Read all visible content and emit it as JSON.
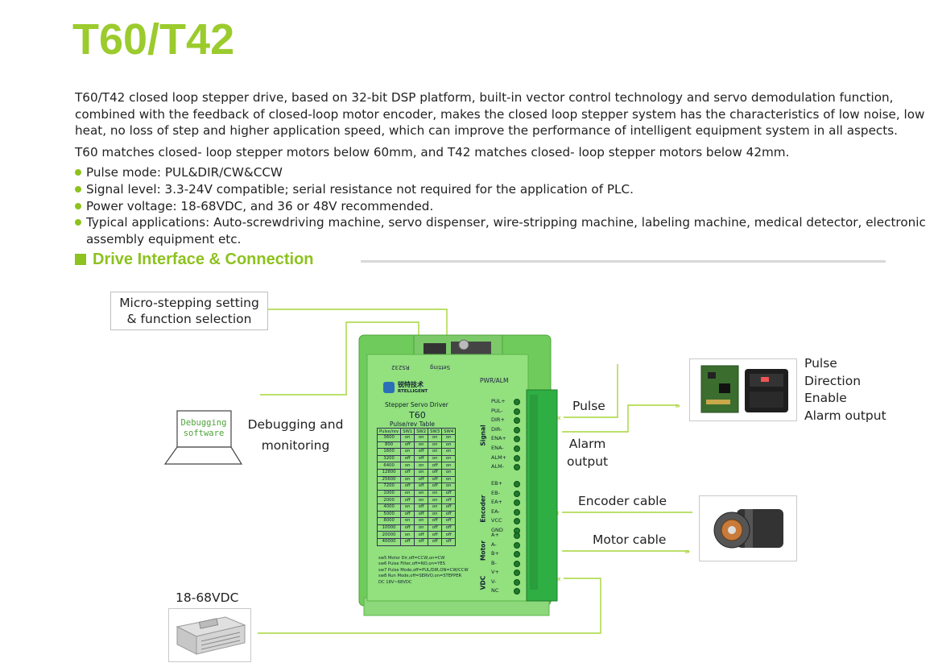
{
  "title": "T60/T42",
  "intro": {
    "p1": "T60/T42 closed loop stepper drive, based on 32-bit DSP platform, built-in vector control technology and servo demodulation function, combined with the feedback of closed-loop motor encoder, makes the closed loop stepper system has the characteristics of low noise, low heat, no loss of step and higher application speed, which can improve the performance of intelligent equipment system in all aspects.",
    "p2": "T60 matches closed- loop stepper motors below 60mm, and T42 matches closed- loop stepper motors below 42mm."
  },
  "bullets": [
    "Pulse mode: PUL&DIR/CW&CCW",
    "Signal level: 3.3-24V compatible; serial resistance not required for the application of PLC.",
    "Power voltage: 18-68VDC, and 36 or 48V recommended.",
    "Typical applications: Auto-screwdriving machine, servo dispenser, wire-stripping machine, labeling machine, medical detector, electronic assembly equipment etc."
  ],
  "section_title": "Drive Interface & Connection",
  "diagram": {
    "microstep_label_1": "Micro-stepping setting",
    "microstep_label_2": "& function selection",
    "debug_screen_1": "Debugging",
    "debug_screen_2": "software",
    "debug_label_1": "Debugging and",
    "debug_label_2": "monitoring",
    "pulse_label": "Pulse",
    "alarm_label_1": "Alarm",
    "alarm_label_2": "output",
    "controller_lines": [
      "Pulse",
      "Direction",
      "Enable",
      "Alarm output"
    ],
    "encoder_label": "Encoder cable",
    "motor_label": "Motor cable",
    "psu_label": "18-68VDC",
    "drive": {
      "setting": "Setting",
      "rs232": "RS232",
      "pwr_alm": "PWR/ALM",
      "brand_cn": "锐特技术",
      "brand_en": "RTELLIGENT",
      "product": "Stepper Servo Driver",
      "model": "T60",
      "table_title": "Pulse/rev Table",
      "table_headers": [
        "Pulse/rev",
        "SW1",
        "SW2",
        "SW3",
        "SW4"
      ],
      "table_rows": [
        [
          "3600",
          "on",
          "on",
          "on",
          "on"
        ],
        [
          "800",
          "off",
          "on",
          "on",
          "on"
        ],
        [
          "1600",
          "on",
          "off",
          "on",
          "on"
        ],
        [
          "3200",
          "off",
          "off",
          "on",
          "on"
        ],
        [
          "6400",
          "on",
          "on",
          "off",
          "on"
        ],
        [
          "12800",
          "off",
          "on",
          "off",
          "on"
        ],
        [
          "25600",
          "on",
          "off",
          "off",
          "on"
        ],
        [
          "7200",
          "off",
          "off",
          "off",
          "on"
        ],
        [
          "1000",
          "on",
          "on",
          "on",
          "off"
        ],
        [
          "2000",
          "off",
          "on",
          "on",
          "off"
        ],
        [
          "4000",
          "on",
          "off",
          "on",
          "off"
        ],
        [
          "5000",
          "off",
          "off",
          "on",
          "off"
        ],
        [
          "8000",
          "on",
          "on",
          "off",
          "off"
        ],
        [
          "10000",
          "off",
          "on",
          "off",
          "off"
        ],
        [
          "20000",
          "on",
          "off",
          "off",
          "off"
        ],
        [
          "40000",
          "off",
          "off",
          "off",
          "off"
        ]
      ],
      "notes": [
        "sw5 Motor Dir,off=CCW,on=CW",
        "sw6 Pulse Filter,off=NO,on=YES",
        "sw7 Pulse Mode,off=PUL/DIR,ON=CW/CCW",
        "sw8 Run Mode,off=SERVO,on=STEPPER",
        "DC 18V~68VDC"
      ],
      "groups": [
        {
          "name": "Signal",
          "pins": [
            "PUL+",
            "PUL-",
            "DIR+",
            "DIR-",
            "ENA+",
            "ENA-",
            "ALM+",
            "ALM-"
          ]
        },
        {
          "name": "Encoder",
          "pins": [
            "EB+",
            "EB-",
            "EA+",
            "EA-",
            "VCC",
            "GND"
          ]
        },
        {
          "name": "Motor",
          "pins": [
            "A+",
            "A-",
            "B+",
            "B-"
          ]
        },
        {
          "name": "VDC",
          "pins": [
            "V+",
            "V-",
            "NC"
          ]
        }
      ]
    }
  },
  "colors": {
    "accent": "#8dc21f",
    "title": "#9bcb2d",
    "drive_body": "#8ee07a",
    "drive_frame": "#63c04f",
    "terminal": "#2fae43",
    "line": "#a6d63a"
  }
}
